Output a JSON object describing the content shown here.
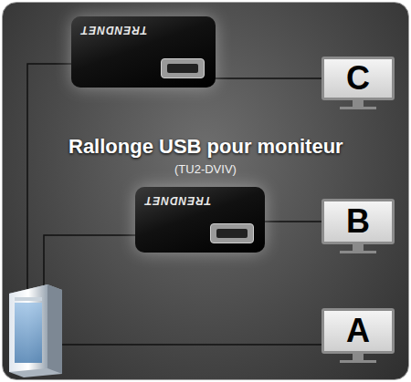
{
  "diagram": {
    "title": "Rallonge USB pour moniteur",
    "caption": "(TU2-DVIV)",
    "nodes": [
      {
        "text": [
          "TRENDNET"
        ]
      },
      {
        "text": [
          "C"
        ]
      },
      {
        "text": [
          "TRENDNET"
        ]
      },
      {
        "text": [
          "B"
        ]
      },
      {
        "text": [
          "A"
        ]
      }
    ],
    "edges": [
      {
        "from": 0,
        "to": 1,
        "arrow": "none"
      },
      {
        "from": 2,
        "to": 3,
        "arrow": "none"
      }
    ]
  }
}
